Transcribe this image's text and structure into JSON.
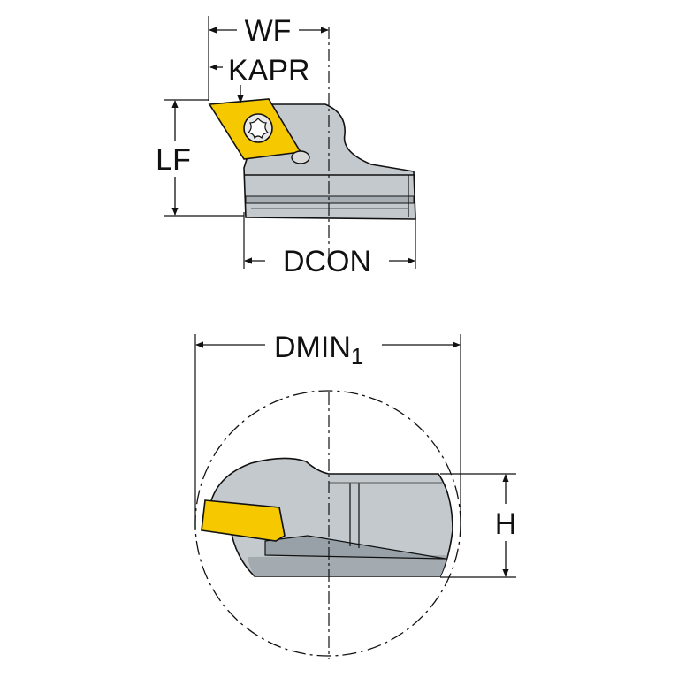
{
  "top_view": {
    "labels": {
      "wf": "WF",
      "kapr": "KAPR",
      "lf": "LF",
      "dcon": "DCON"
    }
  },
  "bottom_view": {
    "labels": {
      "dmin_main": "DMIN",
      "dmin_sub": "1",
      "h": "H"
    }
  },
  "colors": {
    "insert": "#F5C800",
    "body_light": "#C7CDD1",
    "body_mid": "#A9B1B7",
    "body_dark": "#8F989F",
    "line": "#111111"
  }
}
